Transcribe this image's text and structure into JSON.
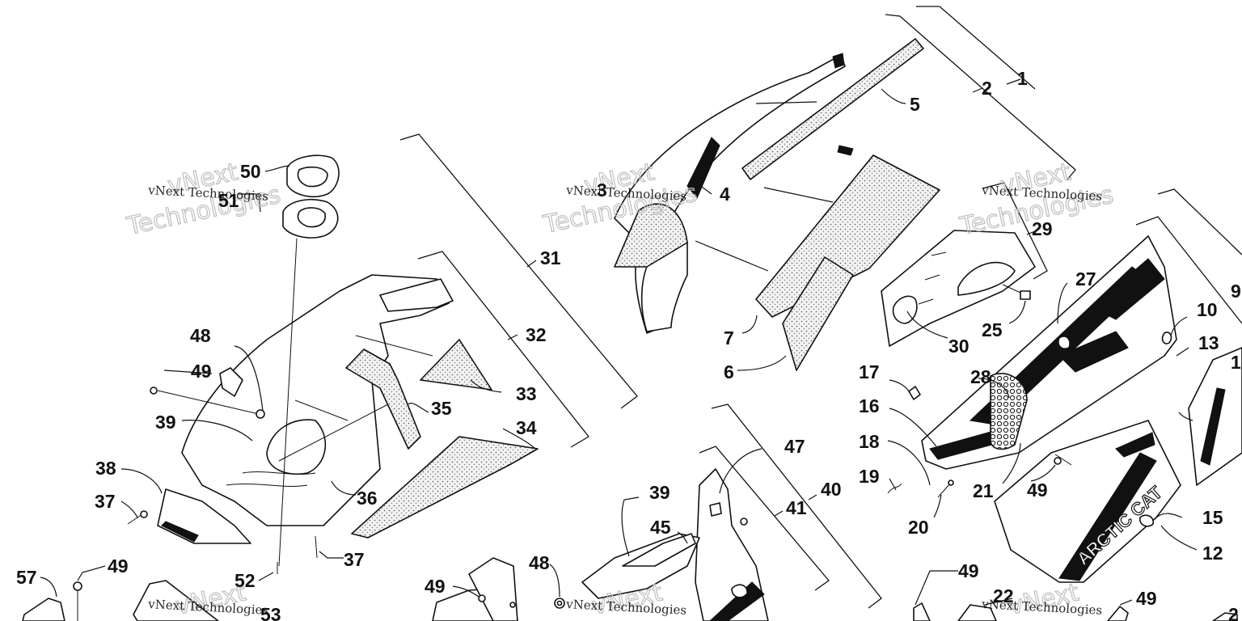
{
  "labels": {
    "l1": "1",
    "l2": "2",
    "l3": "3",
    "l4": "4",
    "l5": "5",
    "l6": "6",
    "l7": "7",
    "l9": "9",
    "l10": "10",
    "l12": "12",
    "l13": "13",
    "l14": "1",
    "l15": "15",
    "l16": "16",
    "l17": "17",
    "l18": "18",
    "l19": "19",
    "l20": "20",
    "l21": "21",
    "l22": "22",
    "l23": "2",
    "l25": "25",
    "l27": "27",
    "l28": "28",
    "l29": "29",
    "l30": "30",
    "l31": "31",
    "l32": "32",
    "l33": "33",
    "l34": "34",
    "l35": "35",
    "l36": "36",
    "l37a": "37",
    "l37b": "37",
    "l38": "38",
    "l39a": "39",
    "l39b": "39",
    "l40": "40",
    "l41": "41",
    "l45": "45",
    "l47": "47",
    "l48a": "48",
    "l48b": "48",
    "l49a": "49",
    "l49b": "49",
    "l49c": "49",
    "l49d": "49",
    "l49e": "49",
    "l49f": "49",
    "l50": "50",
    "l51": "51",
    "l52": "52",
    "l53": "53",
    "l57": "57"
  },
  "watermarks": {
    "text": "vNext Technologies",
    "big": "vNext",
    "big2": "Technologies"
  },
  "decal_text": "ARCTIC CAT"
}
